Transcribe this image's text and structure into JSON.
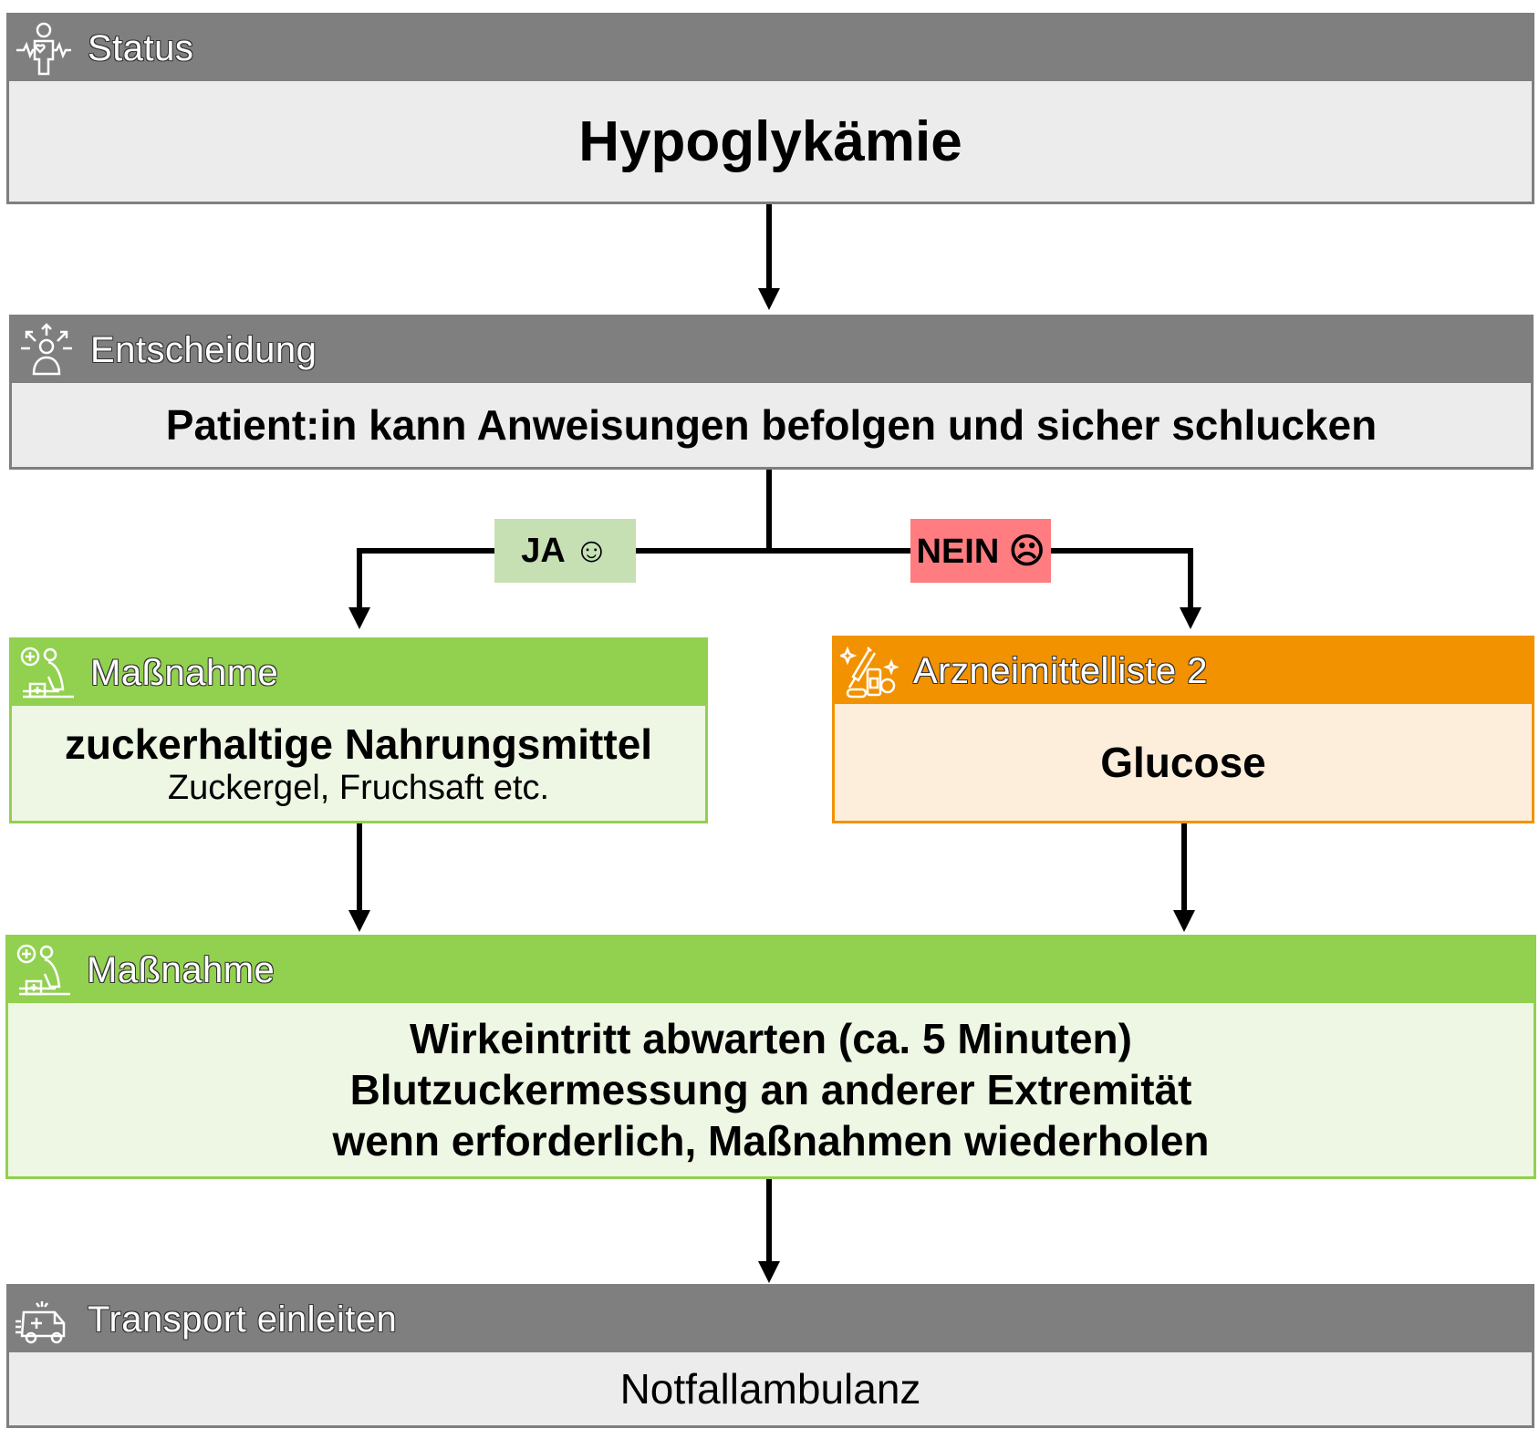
{
  "status": {
    "header": "Status",
    "text": "Hypoglykämie"
  },
  "decision": {
    "header": "Entscheidung",
    "text": "Patient:in kann Anweisungen befolgen und sicher schlucken"
  },
  "branch_yes": {
    "label": "JA ☺",
    "color": "#c6e0b4"
  },
  "branch_no": {
    "label": "NEIN ☹",
    "color": "#ff7c80"
  },
  "measure_left": {
    "header": "Maßnahme",
    "title": "zuckerhaltige Nahrungsmittel",
    "subtitle": "Zuckergel, Fruchsaft etc."
  },
  "drug": {
    "header": "Arzneimittelliste 2",
    "text": "Glucose"
  },
  "measure_bottom": {
    "header": "Maßnahme",
    "lines": [
      "Wirkeintritt abwarten (ca. 5 Minuten)",
      "Blutzuckermessung an anderer Extremität",
      "wenn erforderlich, Maßnahmen wiederholen"
    ]
  },
  "transport": {
    "header": "Transport einleiten",
    "text": "Notfallambulanz"
  },
  "icons": {
    "status": "person-heartbeat-icon",
    "decision": "person-decision-arrows-icon",
    "measure": "first-aid-cpr-icon",
    "drug": "medicine-syringe-icon",
    "transport": "ambulance-icon"
  },
  "colors": {
    "gray": "#7f7f7f",
    "green": "#92d050",
    "orange": "#f29200"
  }
}
